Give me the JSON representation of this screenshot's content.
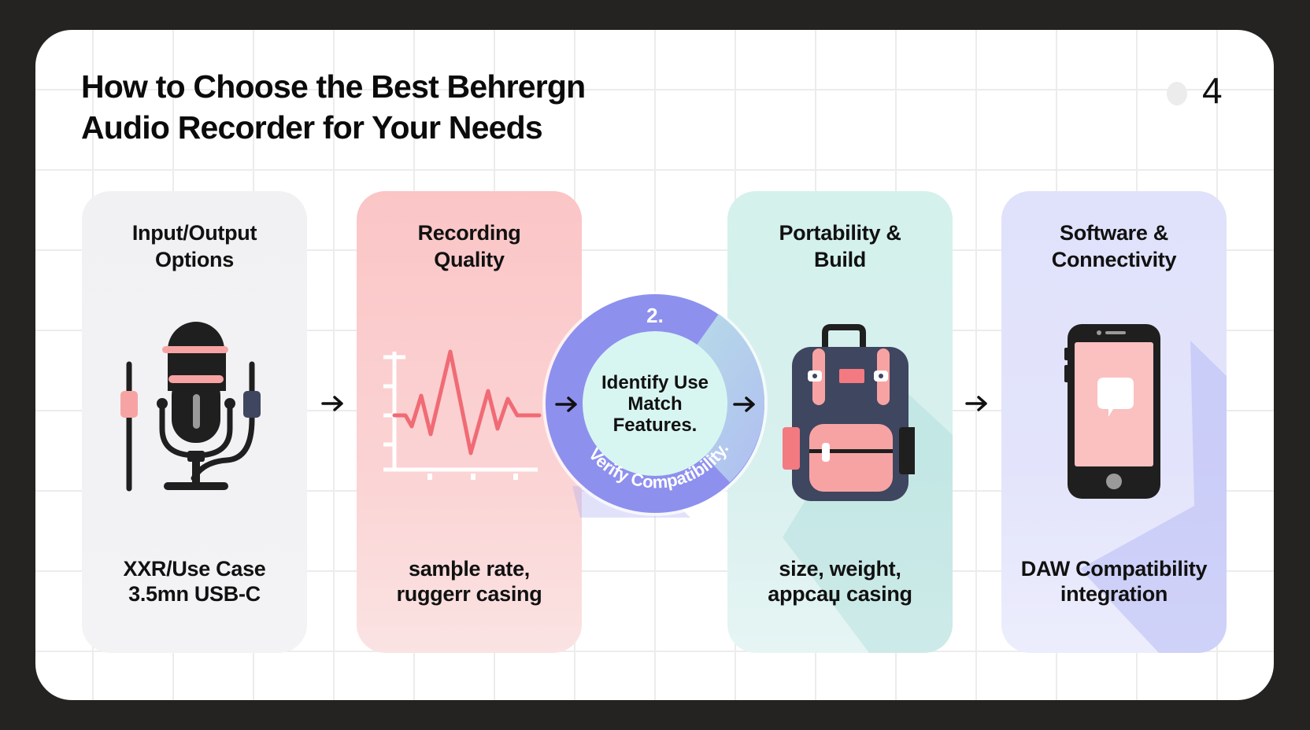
{
  "slide": {
    "title_line1": "How to Choose the Best Behrergn",
    "title_line2": "Audio Recorder for Your Needs",
    "page_number": "4"
  },
  "cards": [
    {
      "heading_line1": "Input/Output",
      "heading_line2": "Options",
      "icon": "microphone-with-cables-icon",
      "detail_line1": "XXR/Use Case",
      "detail_line2": "3.5mn USB-C",
      "color": "#f2f2f4"
    },
    {
      "heading_line1": "Recording",
      "heading_line2": "Quality",
      "icon": "waveform-chart-icon",
      "detail_line1": "samþle rate,",
      "detail_line2": "ruggerr casing",
      "color": "#fbc7c8"
    },
    {
      "heading_line1": "Portability &",
      "heading_line2": "Build",
      "icon": "backpack-icon",
      "detail_line1": "size, weight,",
      "detail_line2": "appcaџ casing",
      "color": "#d5f1ec"
    },
    {
      "heading_line1": "Software &",
      "heading_line2": "Connectivity",
      "icon": "smartphone-chat-icon",
      "detail_line1": "DAW Compatibility",
      "detail_line2": "integration",
      "color": "#e0e2fb"
    }
  ],
  "center_badge": {
    "step": "2.",
    "line1": "Identify Use",
    "line2": "Match",
    "line3": "Features.",
    "ring_text": "Verify Compatibility.",
    "ring_color": "#8e90ee",
    "inner_color": "#d8f6f1"
  },
  "colors": {
    "pink": "#f8a3a3",
    "coral": "#f27a80",
    "navy": "#3f4660",
    "dark": "#1f1f1f",
    "purple": "#8e90ee"
  }
}
